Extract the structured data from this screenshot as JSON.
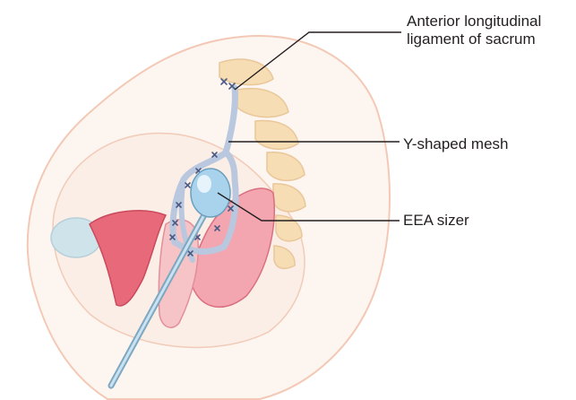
{
  "labels": {
    "anterior_line1": "Anterior longitudinal",
    "anterior_line2": "ligament of sacrum",
    "mesh": "Y-shaped mesh",
    "sizer": "EEA sizer"
  },
  "colors": {
    "skin_outline": "#f3c9b6",
    "tissue": "#fbeee6",
    "vertebra": "#f6ddb4",
    "uterus": "#e86a7a",
    "bladder": "#cfe3ea",
    "mesh": "#b9c8de",
    "sizer": "#a9d3ec",
    "leader_line": "#231f20"
  }
}
